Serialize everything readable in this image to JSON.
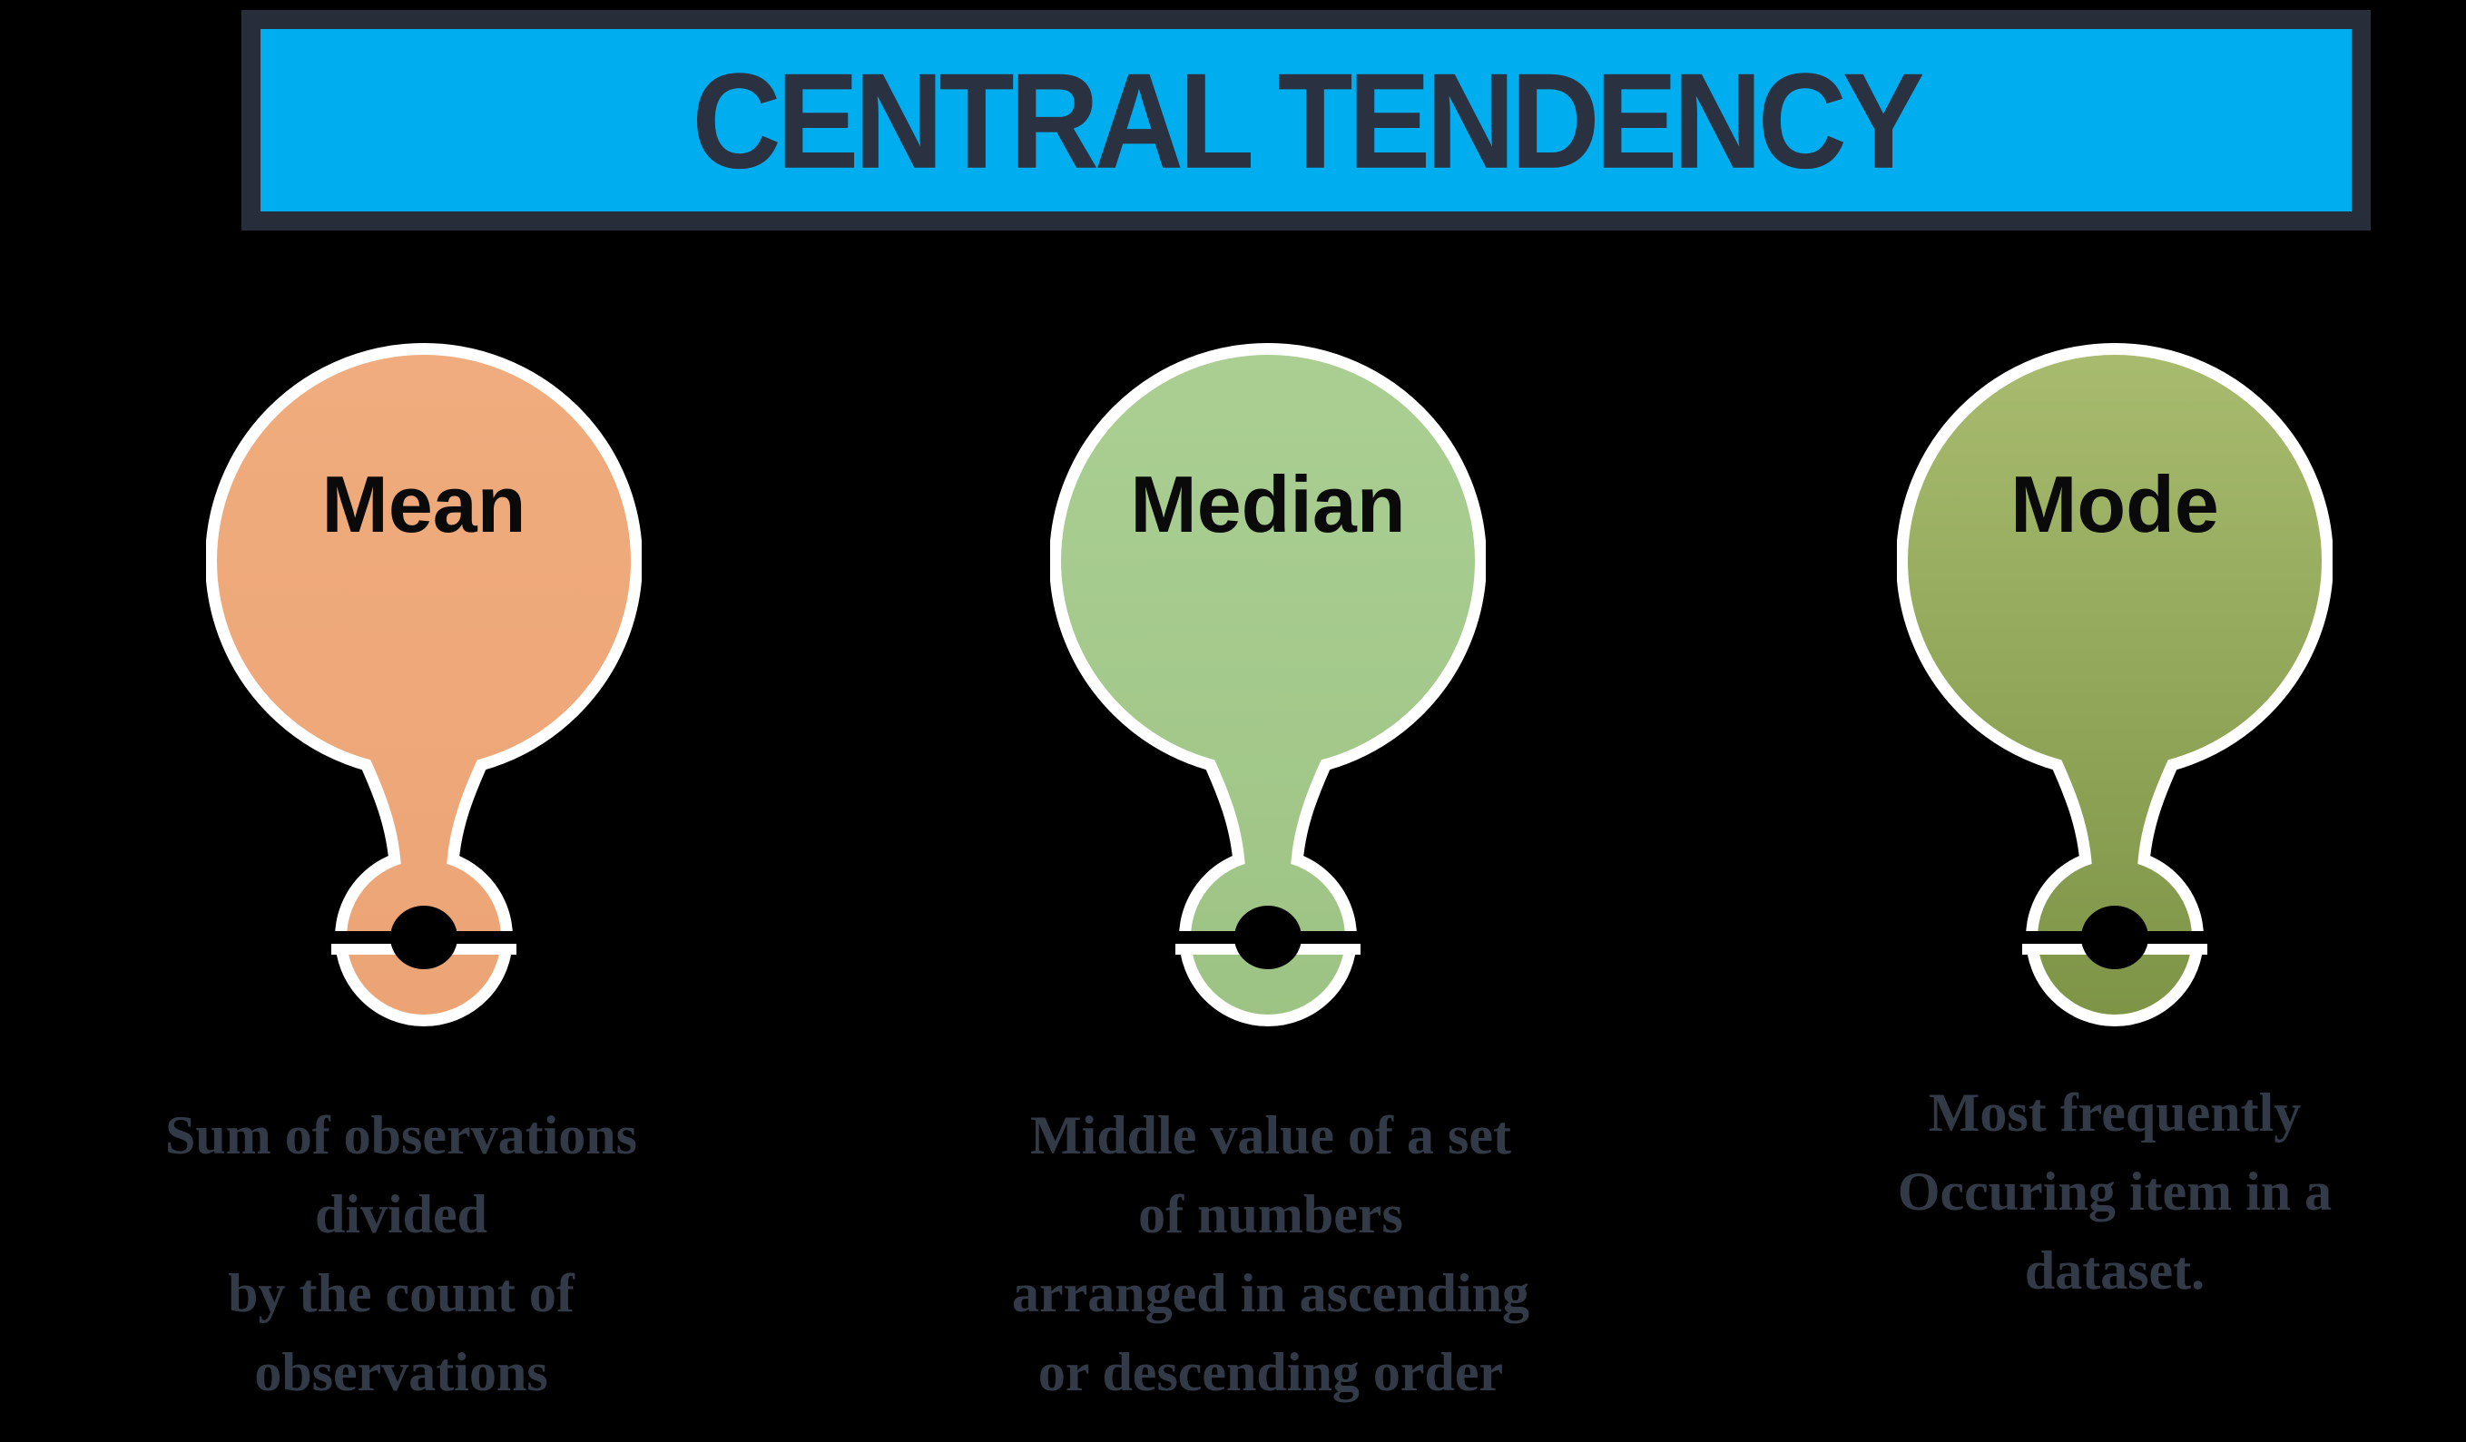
{
  "page": {
    "background_color": "#000000",
    "text_color": "#333A47"
  },
  "header": {
    "title": "CENTRAL TENDENCY",
    "banner_color": "#00AEF0",
    "border_color": "#272D39",
    "title_color": "#2A3140"
  },
  "balloons": [
    {
      "label": "Mean",
      "description": "Sum of observations\ndivided\nby the count of\nobservations",
      "color_top": "#F0AC7E",
      "color_bottom": "#ECA475"
    },
    {
      "label": "Median",
      "description": "Middle value of a set\nof numbers\narranged in ascending\nor descending order",
      "color_top": "#ABCF93",
      "color_bottom": "#9DC384"
    },
    {
      "label": "Mode",
      "description": "Most frequently\nOccuring item in a\ndataset.",
      "color_top": "#A8BB6E",
      "color_bottom": "#7D9346"
    }
  ]
}
